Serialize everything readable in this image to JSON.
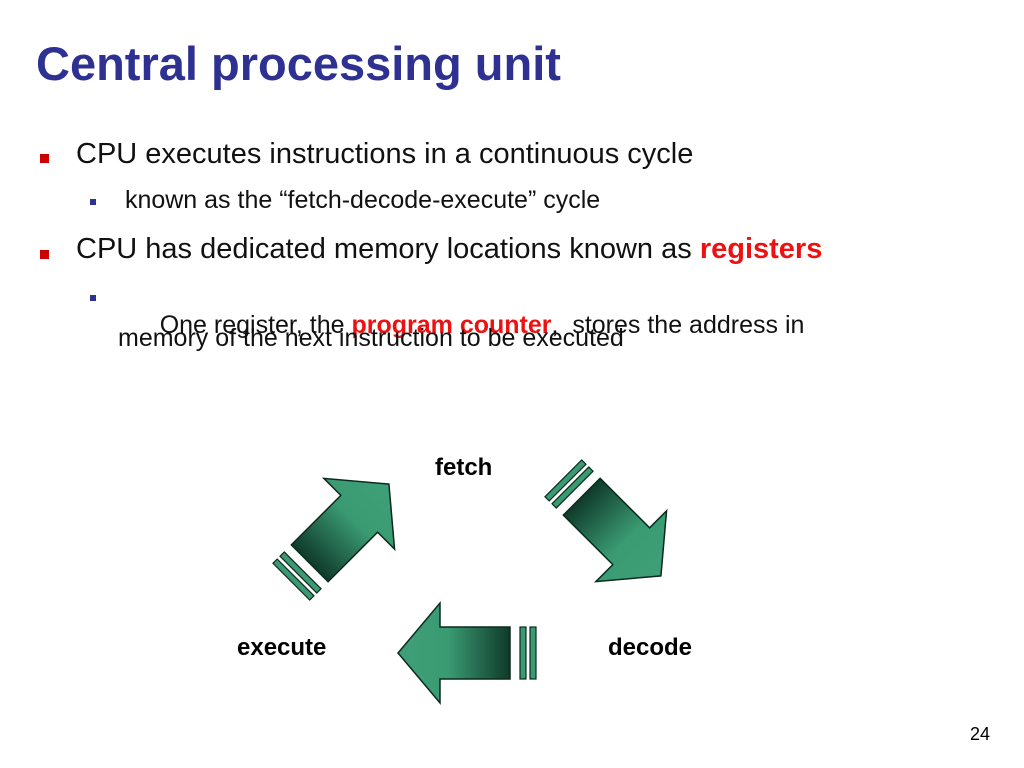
{
  "slide": {
    "title": "Central processing unit",
    "page_number": "24"
  },
  "bullets": {
    "b1": {
      "text": "CPU executes instructions in a continuous cycle"
    },
    "b1_1": {
      "text": " known as the “fetch-decode-execute” cycle"
    },
    "b2": {
      "before": "CPU has dedicated memory locations known as ",
      "highlight": "registers"
    },
    "b2_1": {
      "before": "One register, the ",
      "highlight": "program counter",
      "after": ",  stores the address in",
      "line2": "memory of the next instruction to be executed"
    }
  },
  "diagram": {
    "labels": {
      "fetch": "fetch",
      "decode": "decode",
      "execute": "execute"
    },
    "arrow_colors": {
      "light": "#3a9a72",
      "dark": "#0f3a2a",
      "outline": "#0b2a1e"
    },
    "highlight_color": "#ee1111",
    "title_color": "#2e3192"
  }
}
